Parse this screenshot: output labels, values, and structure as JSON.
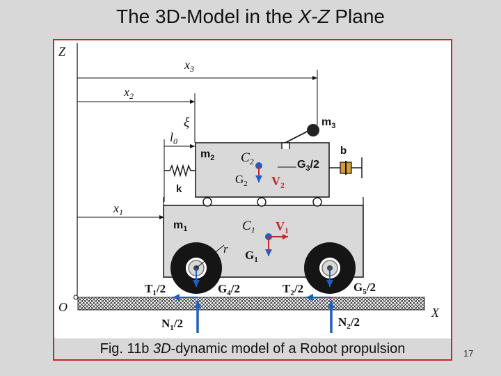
{
  "title": {
    "prefix": "The 3D-Model in the ",
    "plane": "X-Z",
    "suffix": " Plane"
  },
  "diagram": {
    "axes": {
      "z": "Z",
      "x": "X",
      "origin": "O"
    },
    "dims": {
      "x3": "x",
      "x3_sub": "3",
      "x2": "x",
      "x2_sub": "2",
      "x1": "x",
      "x1_sub": "1",
      "l0": "l",
      "l0_sub": "0",
      "xi": "ξ"
    },
    "masses": {
      "m3": "m",
      "m3_sub": "3",
      "m2": "m",
      "m2_sub": "2",
      "m1": "m",
      "m1_sub": "1"
    },
    "elements": {
      "k": "k",
      "b": "b",
      "r": "r"
    },
    "centers": {
      "c2": "C",
      "c2_sub": "2",
      "c1": "C",
      "c1_sub": "1"
    },
    "weights": {
      "g1": "G",
      "g1_sub": "1",
      "g2": "G",
      "g2_sub": "2",
      "g3": "G",
      "g3_sub": "3",
      "g3_div": "/2",
      "g4": "G",
      "g4_sub": "4",
      "g4_div": "/2",
      "g5": "G",
      "g5_sub": "5",
      "g5_div": "/2"
    },
    "velocities": {
      "v1": "V",
      "v1_sub": "1",
      "v2": "V",
      "v2_sub": "2"
    },
    "forces": {
      "t1": "T",
      "t1_sub": "1",
      "t1_div": "/2",
      "t2": "T",
      "t2_sub": "2",
      "t2_div": "/2",
      "n1": "N",
      "n1_sub": "1",
      "n1_div": "/2",
      "n2": "N",
      "n2_sub": "2",
      "n2_div": "/2"
    }
  },
  "caption": {
    "fig": "Fig. 11b ",
    "emph": "3D",
    "rest": "-dynamic model of a Robot propulsion"
  },
  "page_number": "17",
  "colors": {
    "frame": "#c1272d",
    "arrow_blue": "#1f5fc4",
    "arrow_red": "#c1272d",
    "body_gray": "#d9d9d9"
  }
}
